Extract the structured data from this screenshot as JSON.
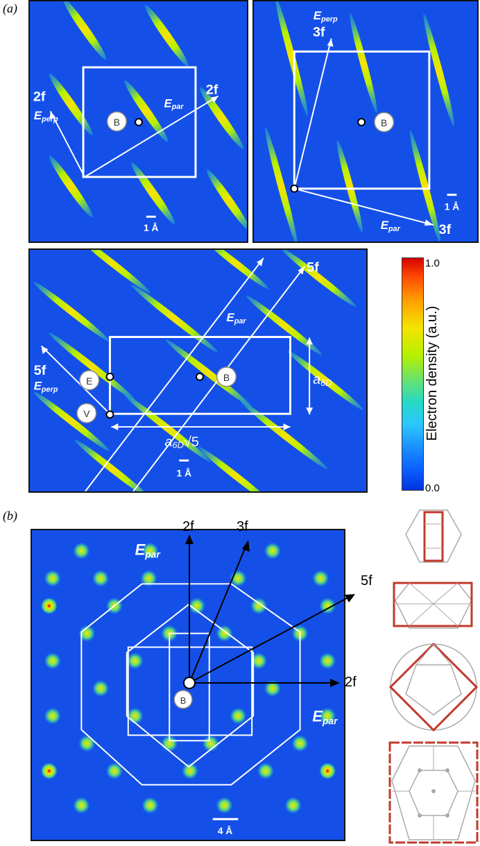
{
  "panels": {
    "a": {
      "letter": "(a)"
    },
    "b": {
      "letter": "(b)"
    }
  },
  "map1": {
    "label_2f_left": "2f",
    "label_2f_right": "2f",
    "eperp": "E",
    "eperp_sub": "perp",
    "epar": "E",
    "epar_sub": "par",
    "site": "B",
    "scale": "1 Å"
  },
  "map2": {
    "label_3f_top": "3f",
    "label_3f_bottom": "3f",
    "eperp": "E",
    "eperp_sub": "perp",
    "epar": "E",
    "epar_sub": "par",
    "site": "B",
    "scale": "1 Å"
  },
  "map3": {
    "label_5f_right": "5f",
    "label_5f_left": "5f",
    "eperp": "E",
    "eperp_sub": "perp",
    "epar": "E",
    "epar_sub": "par",
    "site_b": "B",
    "site_e": "E",
    "site_v": "V",
    "a6d": "a",
    "a6d_sub": "6D",
    "a6d_root": "a",
    "a6d_root_sub": "6D",
    "a6d_root_suffix": "√5",
    "scale": "1 Å"
  },
  "colorbar": {
    "max": "1.0",
    "min": "0.0",
    "title": "Electron density (a.u.)",
    "colors": [
      "#d70000",
      "#f5e400",
      "#27d9c4",
      "#0033e0"
    ]
  },
  "map4": {
    "label_2f_top": "2f",
    "label_3f": "3f",
    "label_5f": "5f",
    "label_2f_right": "2f",
    "epar_top": "E",
    "epar_top_sub": "par",
    "epar_right": "E",
    "epar_right_sub": "par",
    "site": "B",
    "scale": "4 Å"
  }
}
